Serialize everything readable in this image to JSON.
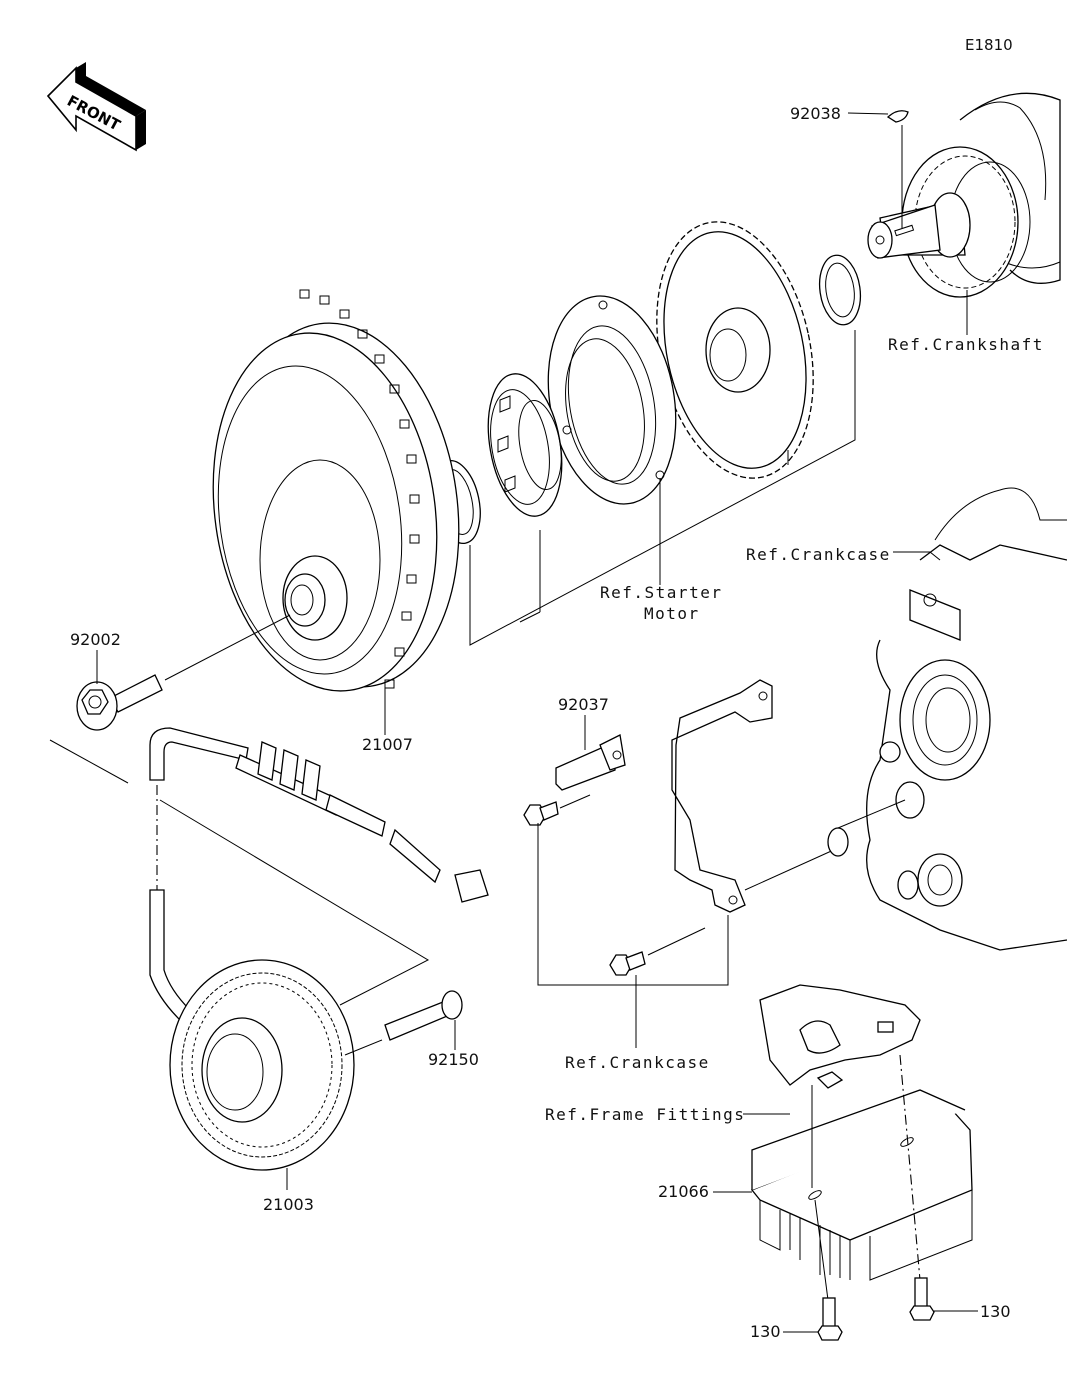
{
  "diagram": {
    "code": "E1810",
    "front_arrow": {
      "text": "FRONT",
      "icon": "front-direction-arrow-icon"
    },
    "parts": [
      {
        "id": "92038",
        "label": "92038",
        "description": "woodruff key"
      },
      {
        "id": "92002",
        "label": "92002",
        "description": "flange bolt"
      },
      {
        "id": "21007",
        "label": "21007",
        "description": "flywheel rotor"
      },
      {
        "id": "92037",
        "label": "92037",
        "description": "clamp"
      },
      {
        "id": "92150",
        "label": "92150",
        "description": "stator bolt"
      },
      {
        "id": "21003",
        "label": "21003",
        "description": "stator coil"
      },
      {
        "id": "21066",
        "label": "21066",
        "description": "regulator"
      },
      {
        "id": "130a",
        "label": "130",
        "description": "regulator bolt"
      },
      {
        "id": "130b",
        "label": "130",
        "description": "regulator bolt"
      }
    ],
    "references": {
      "crankshaft": "Ref.Crankshaft",
      "starter_motor_line1": "Ref.Starter",
      "starter_motor_line2": "Motor",
      "crankcase_upper": "Ref.Crankcase",
      "crankcase_lower": "Ref.Crankcase",
      "frame_fittings": "Ref.Frame Fittings"
    }
  }
}
